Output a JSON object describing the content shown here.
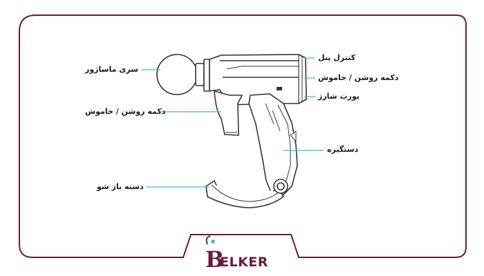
{
  "labels": {
    "massager_head": "سری ماساژور",
    "power_button_left": "دکمه روشن / خاموش",
    "folding_handle": "دسته باز شو",
    "control_panel": "کنترل پنل",
    "power_button_right": "دکمه روشن / خاموش",
    "charge_port": "پورت شارژ",
    "handle": "دستگیره"
  },
  "brand": {
    "name": "ELKER",
    "initial": "B"
  },
  "colors": {
    "frame": "#6a1b3a",
    "leader": "#3fb6d3",
    "device_stroke": "#333333"
  }
}
